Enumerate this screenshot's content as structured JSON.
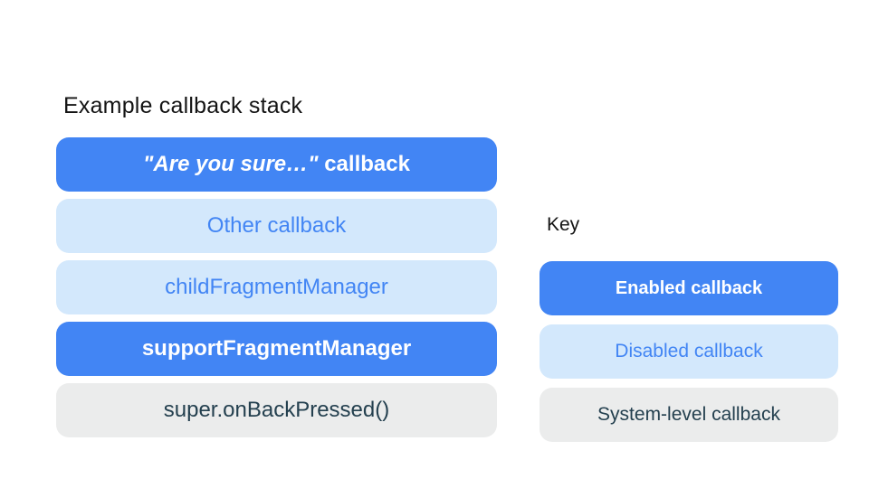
{
  "colors": {
    "enabled_bg": "#4285F4",
    "enabled_text": "#FFFFFF",
    "disabled_bg": "#D3E8FC",
    "disabled_text": "#4285F4",
    "system_bg": "#EBECEC",
    "system_text": "#24404F",
    "heading_text": "#141414",
    "page_bg": "#FFFFFF"
  },
  "diagram": {
    "title": "Example callback stack",
    "stack": {
      "items": [
        {
          "type": "enabled",
          "label_italic": "\"Are you sure…\"",
          "label_rest": " callback"
        },
        {
          "type": "disabled",
          "label": "Other callback"
        },
        {
          "type": "disabled",
          "label": "childFragmentManager"
        },
        {
          "type": "enabled",
          "label": "supportFragmentManager"
        },
        {
          "type": "system",
          "label": "super.onBackPressed()"
        }
      ]
    }
  },
  "key": {
    "title": "Key",
    "items": [
      {
        "type": "enabled",
        "label": "Enabled callback"
      },
      {
        "type": "disabled",
        "label": "Disabled callback"
      },
      {
        "type": "system",
        "label": "System-level callback"
      }
    ]
  }
}
